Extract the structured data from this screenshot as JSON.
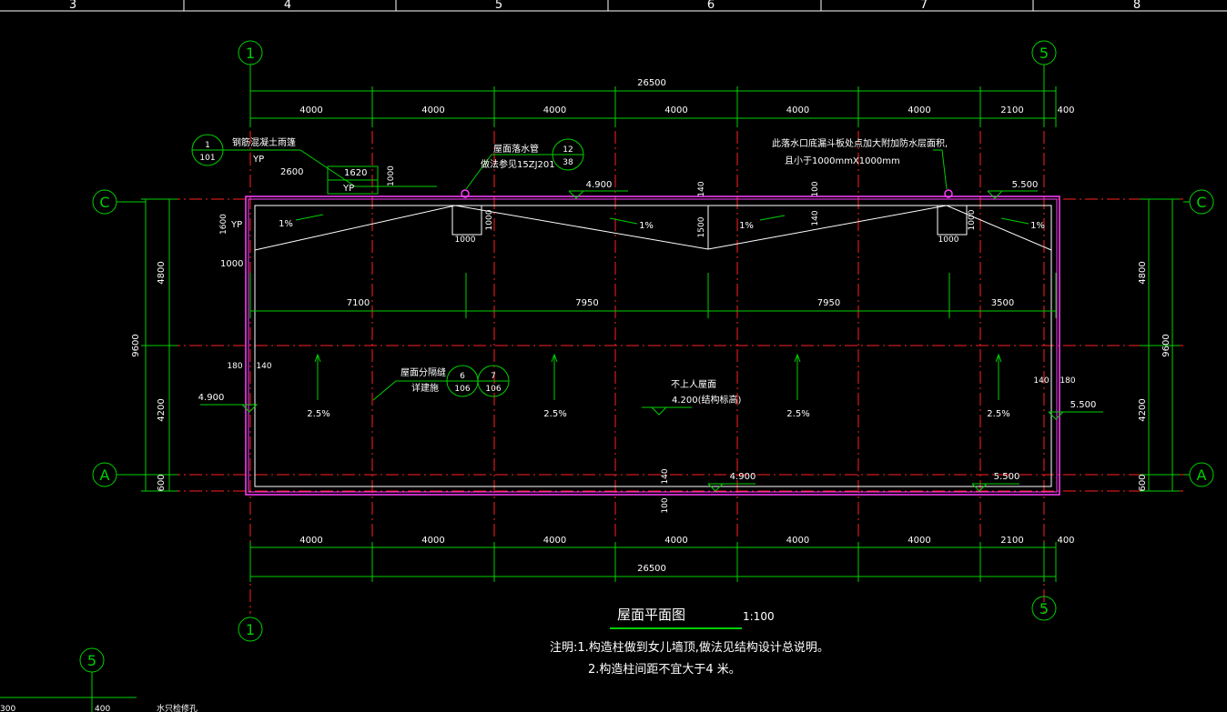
{
  "ruler": [
    "3",
    "4",
    "5",
    "6",
    "7",
    "8"
  ],
  "axis_labels": {
    "left_top": "1",
    "right_top": "5",
    "left_bottom": "1",
    "right_bottom": "5",
    "row_C": "C",
    "row_A": "A",
    "corner": "5"
  },
  "top_dims": {
    "total": "26500",
    "spans": [
      "4000",
      "4000",
      "4000",
      "4000",
      "4000",
      "4000",
      "2100"
    ],
    "edge": "400"
  },
  "bottom_dims": {
    "total": "26500",
    "spans": [
      "4000",
      "4000",
      "4000",
      "4000",
      "4000",
      "4000",
      "2100"
    ],
    "edge": "400"
  },
  "inner_dims": [
    "7100",
    "7950",
    "7950",
    "3500"
  ],
  "left_dims": {
    "total": "9600",
    "upper": "4800",
    "lower": "4200",
    "bottom": "600"
  },
  "right_dims": {
    "total": "9600",
    "upper": "4800",
    "lower": "4200",
    "bottom": "600"
  },
  "callouts": {
    "eave_note": "钢筋混凝土雨篷",
    "eave_ref_num": "1",
    "eave_ref_den": "101",
    "yp1": "YP",
    "yp2": "YP",
    "yp3": "YP",
    "d2600": "2600",
    "d1620": "1620",
    "d1000a": "1000",
    "d1600": "1600",
    "d1000b": "1000",
    "drain_note": "屋面落水管",
    "drain_note2": "做法参见15ZJ201",
    "drain_ref_num": "12",
    "drain_ref_den": "38",
    "hopper_note": "此落水口底漏斗板处点加大附加防水层面积,",
    "hopper_note2": "且小于1000mmX1000mm",
    "parapet_note": "屋面分隔缝",
    "parapet_note2": "详建施",
    "p_ref1_num": "6",
    "p_ref1_den": "106",
    "p_ref2_num": "7",
    "p_ref2_den": "106",
    "roof_note": "不上人屋面",
    "roof_elev": "4.200(结构标高)"
  },
  "elevations": [
    "4.900",
    "5.500",
    "4.900",
    "5.500",
    "4.900",
    "5.500"
  ],
  "slopes": [
    "1%",
    "1%",
    "1%",
    "1%",
    "2.5%",
    "2.5%",
    "2.5%",
    "2.5%"
  ],
  "small_dims": [
    "140",
    "100",
    "1500",
    "140",
    "1000",
    "1000",
    "1000",
    "1000",
    "180",
    "140",
    "140",
    "180",
    "140",
    "100"
  ],
  "title": {
    "name": "屋面平面图",
    "scale": "1:100"
  },
  "notes": [
    "注明:1.构造柱做到女儿墙顶,做法见结构设计总说明。",
    "2.构造柱间距不宜大于4 米。"
  ],
  "footer": [
    "300",
    "400",
    "水只检修孔"
  ],
  "colors": {
    "dim": "#00d000",
    "axis": "#ff2020",
    "wall": "#ff40ff",
    "line": "#ffffff"
  }
}
